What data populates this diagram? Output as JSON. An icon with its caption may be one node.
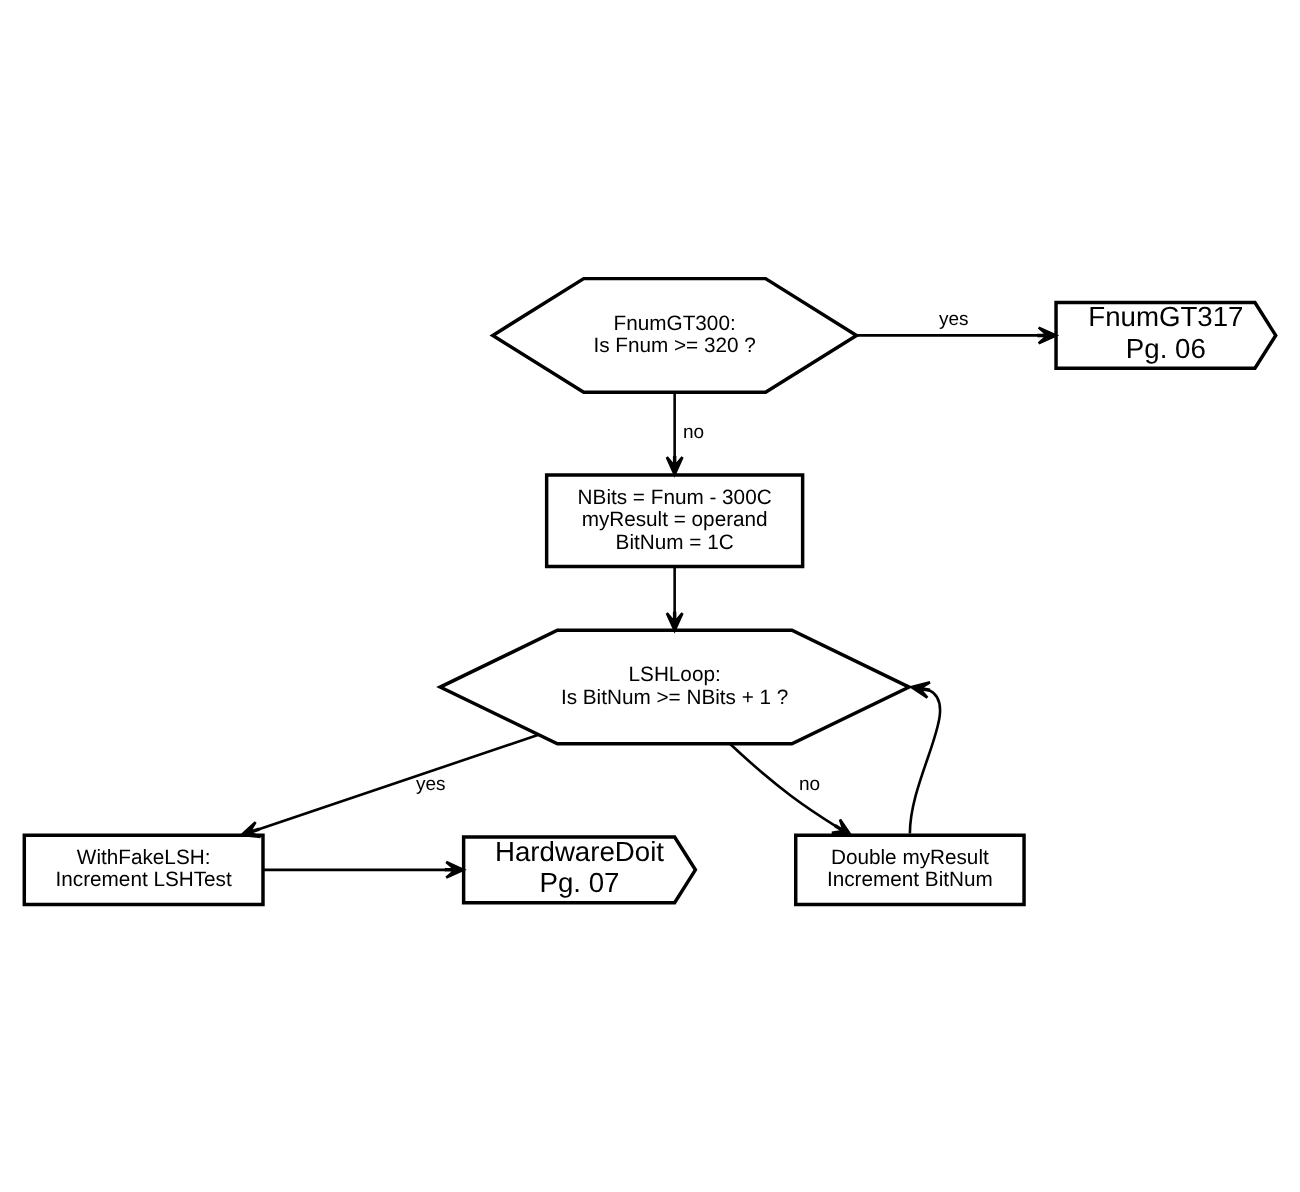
{
  "diagram": {
    "nodes": [
      {
        "text": [
          "FnumGT300:",
          "Is Fnum >= 320 ?"
        ]
      },
      {
        "text": [
          "FnumGT317",
          "Pg. 06"
        ]
      },
      {
        "text": [
          "NBits = Fnum - 300C",
          "myResult = operand",
          "BitNum = 1C"
        ]
      },
      {
        "text": [
          "LSHLoop:",
          "Is BitNum >= NBits + 1 ?"
        ]
      },
      {
        "text": [
          "Double myResult",
          "Increment BitNum"
        ]
      },
      {
        "text": [
          "WithFakeLSH:",
          "Increment LSHTest"
        ]
      },
      {
        "text": [
          "HardwareDoit",
          "Pg. 07"
        ]
      }
    ],
    "edges": [
      {
        "from": 0,
        "to": 1,
        "arrow": "to",
        "label": "yes"
      },
      {
        "from": 0,
        "to": 2,
        "arrow": "to",
        "label": "no"
      },
      {
        "from": 2,
        "to": 3,
        "arrow": "to"
      },
      {
        "from": 3,
        "to": 4,
        "arrow": "to",
        "label": "no"
      },
      {
        "from": 4,
        "to": 3,
        "arrow": "to"
      },
      {
        "from": 3,
        "to": 5,
        "arrow": "to",
        "label": "yes"
      },
      {
        "from": 5,
        "to": 6,
        "arrow": "to"
      }
    ]
  }
}
